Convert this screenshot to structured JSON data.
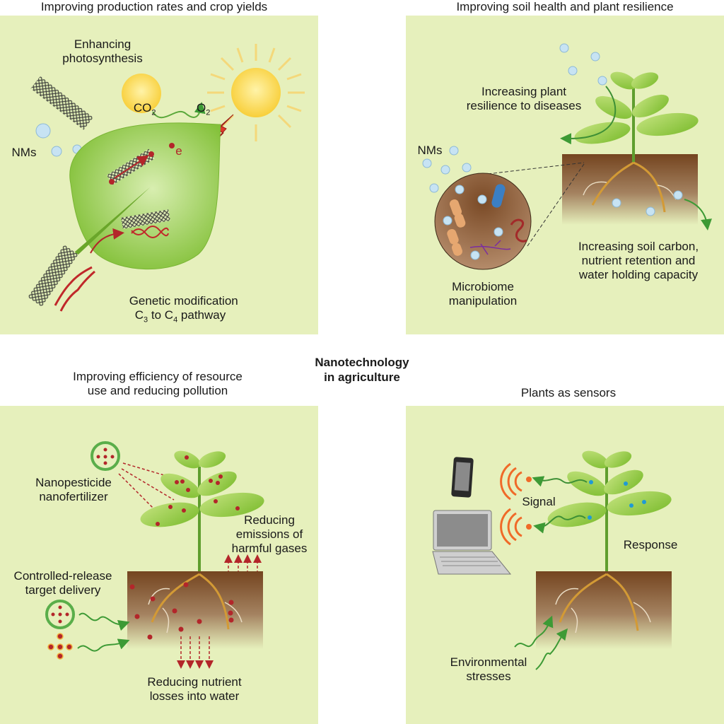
{
  "figure": {
    "center_title": "Nanotechnology\nin agriculture",
    "colors": {
      "panel_bg": "#e6f0bc",
      "leaf_green": "#8cc63f",
      "soil_brown": "#7a4a26",
      "nm_blue": "#bfe0f3",
      "accent_red": "#b3262a",
      "arrow_green": "#3d9a35",
      "signal_orange": "#f06a28",
      "sun_yellow": "#fbd64a"
    }
  },
  "panels": {
    "production": {
      "title": "Improving production rates and crop yields",
      "photosynthesis_label": "Enhancing\nphotosynthesis",
      "co2_label": "CO",
      "co2_sub": "2",
      "o2_label": "O",
      "o2_sub": "2",
      "nms_label": "NMs",
      "electron_label": "e",
      "genetic_line1": "Genetic modification",
      "genetic_c3": "C",
      "genetic_c3_sub": "3",
      "genetic_to": " to C",
      "genetic_c4_sub": "4",
      "genetic_pathway": " pathway"
    },
    "soil": {
      "title": "Improving soil health and plant resilience",
      "resilience_label": "Increasing plant\nresilience to diseases",
      "nms_label": "NMs",
      "microbiome_label": "Microbiome\nmanipulation",
      "soil_carbon_label": "Increasing soil carbon,\nnutrient retention and\nwater holding capacity"
    },
    "efficiency": {
      "title": "Improving efficiency of resource\nuse and reducing pollution",
      "nanopesticide_label": "Nanopesticide\nnanofertilizer",
      "emissions_label": "Reducing\nemissions of\nharmful gases",
      "controlled_label": "Controlled-release\ntarget delivery",
      "nutrient_label": "Reducing nutrient\nlosses into water"
    },
    "sensors": {
      "title": "Plants as sensors",
      "signal_label": "Signal",
      "response_label": "Response",
      "stresses_label": "Environmental\nstresses"
    }
  }
}
